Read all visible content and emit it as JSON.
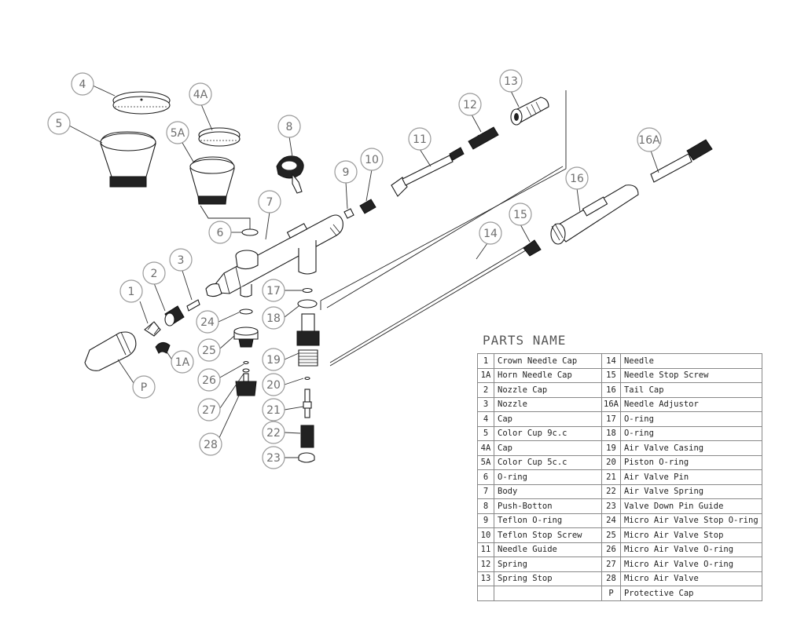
{
  "callouts": {
    "c1": "1",
    "c1A": "1A",
    "c2": "2",
    "c3": "3",
    "c4": "4",
    "c4A": "4A",
    "c5": "5",
    "c5A": "5A",
    "c6": "6",
    "c7": "7",
    "c8": "8",
    "c9": "9",
    "c10": "10",
    "c11": "11",
    "c12": "12",
    "c13": "13",
    "c14": "14",
    "c15": "15",
    "c16": "16",
    "c16A": "16A",
    "c17": "17",
    "c18": "18",
    "c19": "19",
    "c20": "20",
    "c21": "21",
    "c22": "22",
    "c23": "23",
    "c24": "24",
    "c25": "25",
    "c26": "26",
    "c27": "27",
    "c28": "28",
    "cP": "P"
  },
  "parts_table": {
    "title": "PARTS NAME",
    "rows": [
      {
        "n1": "1",
        "name1": "Crown Needle Cap",
        "n2": "14",
        "name2": "Needle"
      },
      {
        "n1": "1A",
        "name1": "Horn Needle Cap",
        "n2": "15",
        "name2": "Needle Stop Screw"
      },
      {
        "n1": "2",
        "name1": "Nozzle Cap",
        "n2": "16",
        "name2": "Tail Cap"
      },
      {
        "n1": "3",
        "name1": "Nozzle",
        "n2": "16A",
        "name2": "Needle Adjustor"
      },
      {
        "n1": "4",
        "name1": "Cap",
        "n2": "17",
        "name2": "O-ring"
      },
      {
        "n1": "5",
        "name1": "Color Cup 9c.c",
        "n2": "18",
        "name2": "O-ring"
      },
      {
        "n1": "4A",
        "name1": "Cap",
        "n2": "19",
        "name2": "Air Valve Casing"
      },
      {
        "n1": "5A",
        "name1": "Color Cup 5c.c",
        "n2": "20",
        "name2": "Piston O-ring"
      },
      {
        "n1": "6",
        "name1": "O-ring",
        "n2": "21",
        "name2": "Air Valve  Pin"
      },
      {
        "n1": "7",
        "name1": "Body",
        "n2": "22",
        "name2": "Air Valve Spring"
      },
      {
        "n1": "8",
        "name1": "Push-Botton",
        "n2": "23",
        "name2": "Valve Down Pin Guide"
      },
      {
        "n1": "9",
        "name1": "Teflon O-ring",
        "n2": "24",
        "name2": "Micro Air Valve Stop O-ring"
      },
      {
        "n1": "10",
        "name1": "Teflon Stop Screw",
        "n2": "25",
        "name2": "Micro Air Valve Stop"
      },
      {
        "n1": "11",
        "name1": "Needle Guide",
        "n2": "26",
        "name2": "Micro Air Valve O-ring"
      },
      {
        "n1": "12",
        "name1": "Spring",
        "n2": "27",
        "name2": "Micro Air Valve O-ring"
      },
      {
        "n1": "13",
        "name1": "Spring Stop",
        "n2": "28",
        "name2": "Micro Air Valve"
      },
      {
        "n1": "",
        "name1": "",
        "n2": "P",
        "name2": "Protective Cap"
      }
    ]
  }
}
